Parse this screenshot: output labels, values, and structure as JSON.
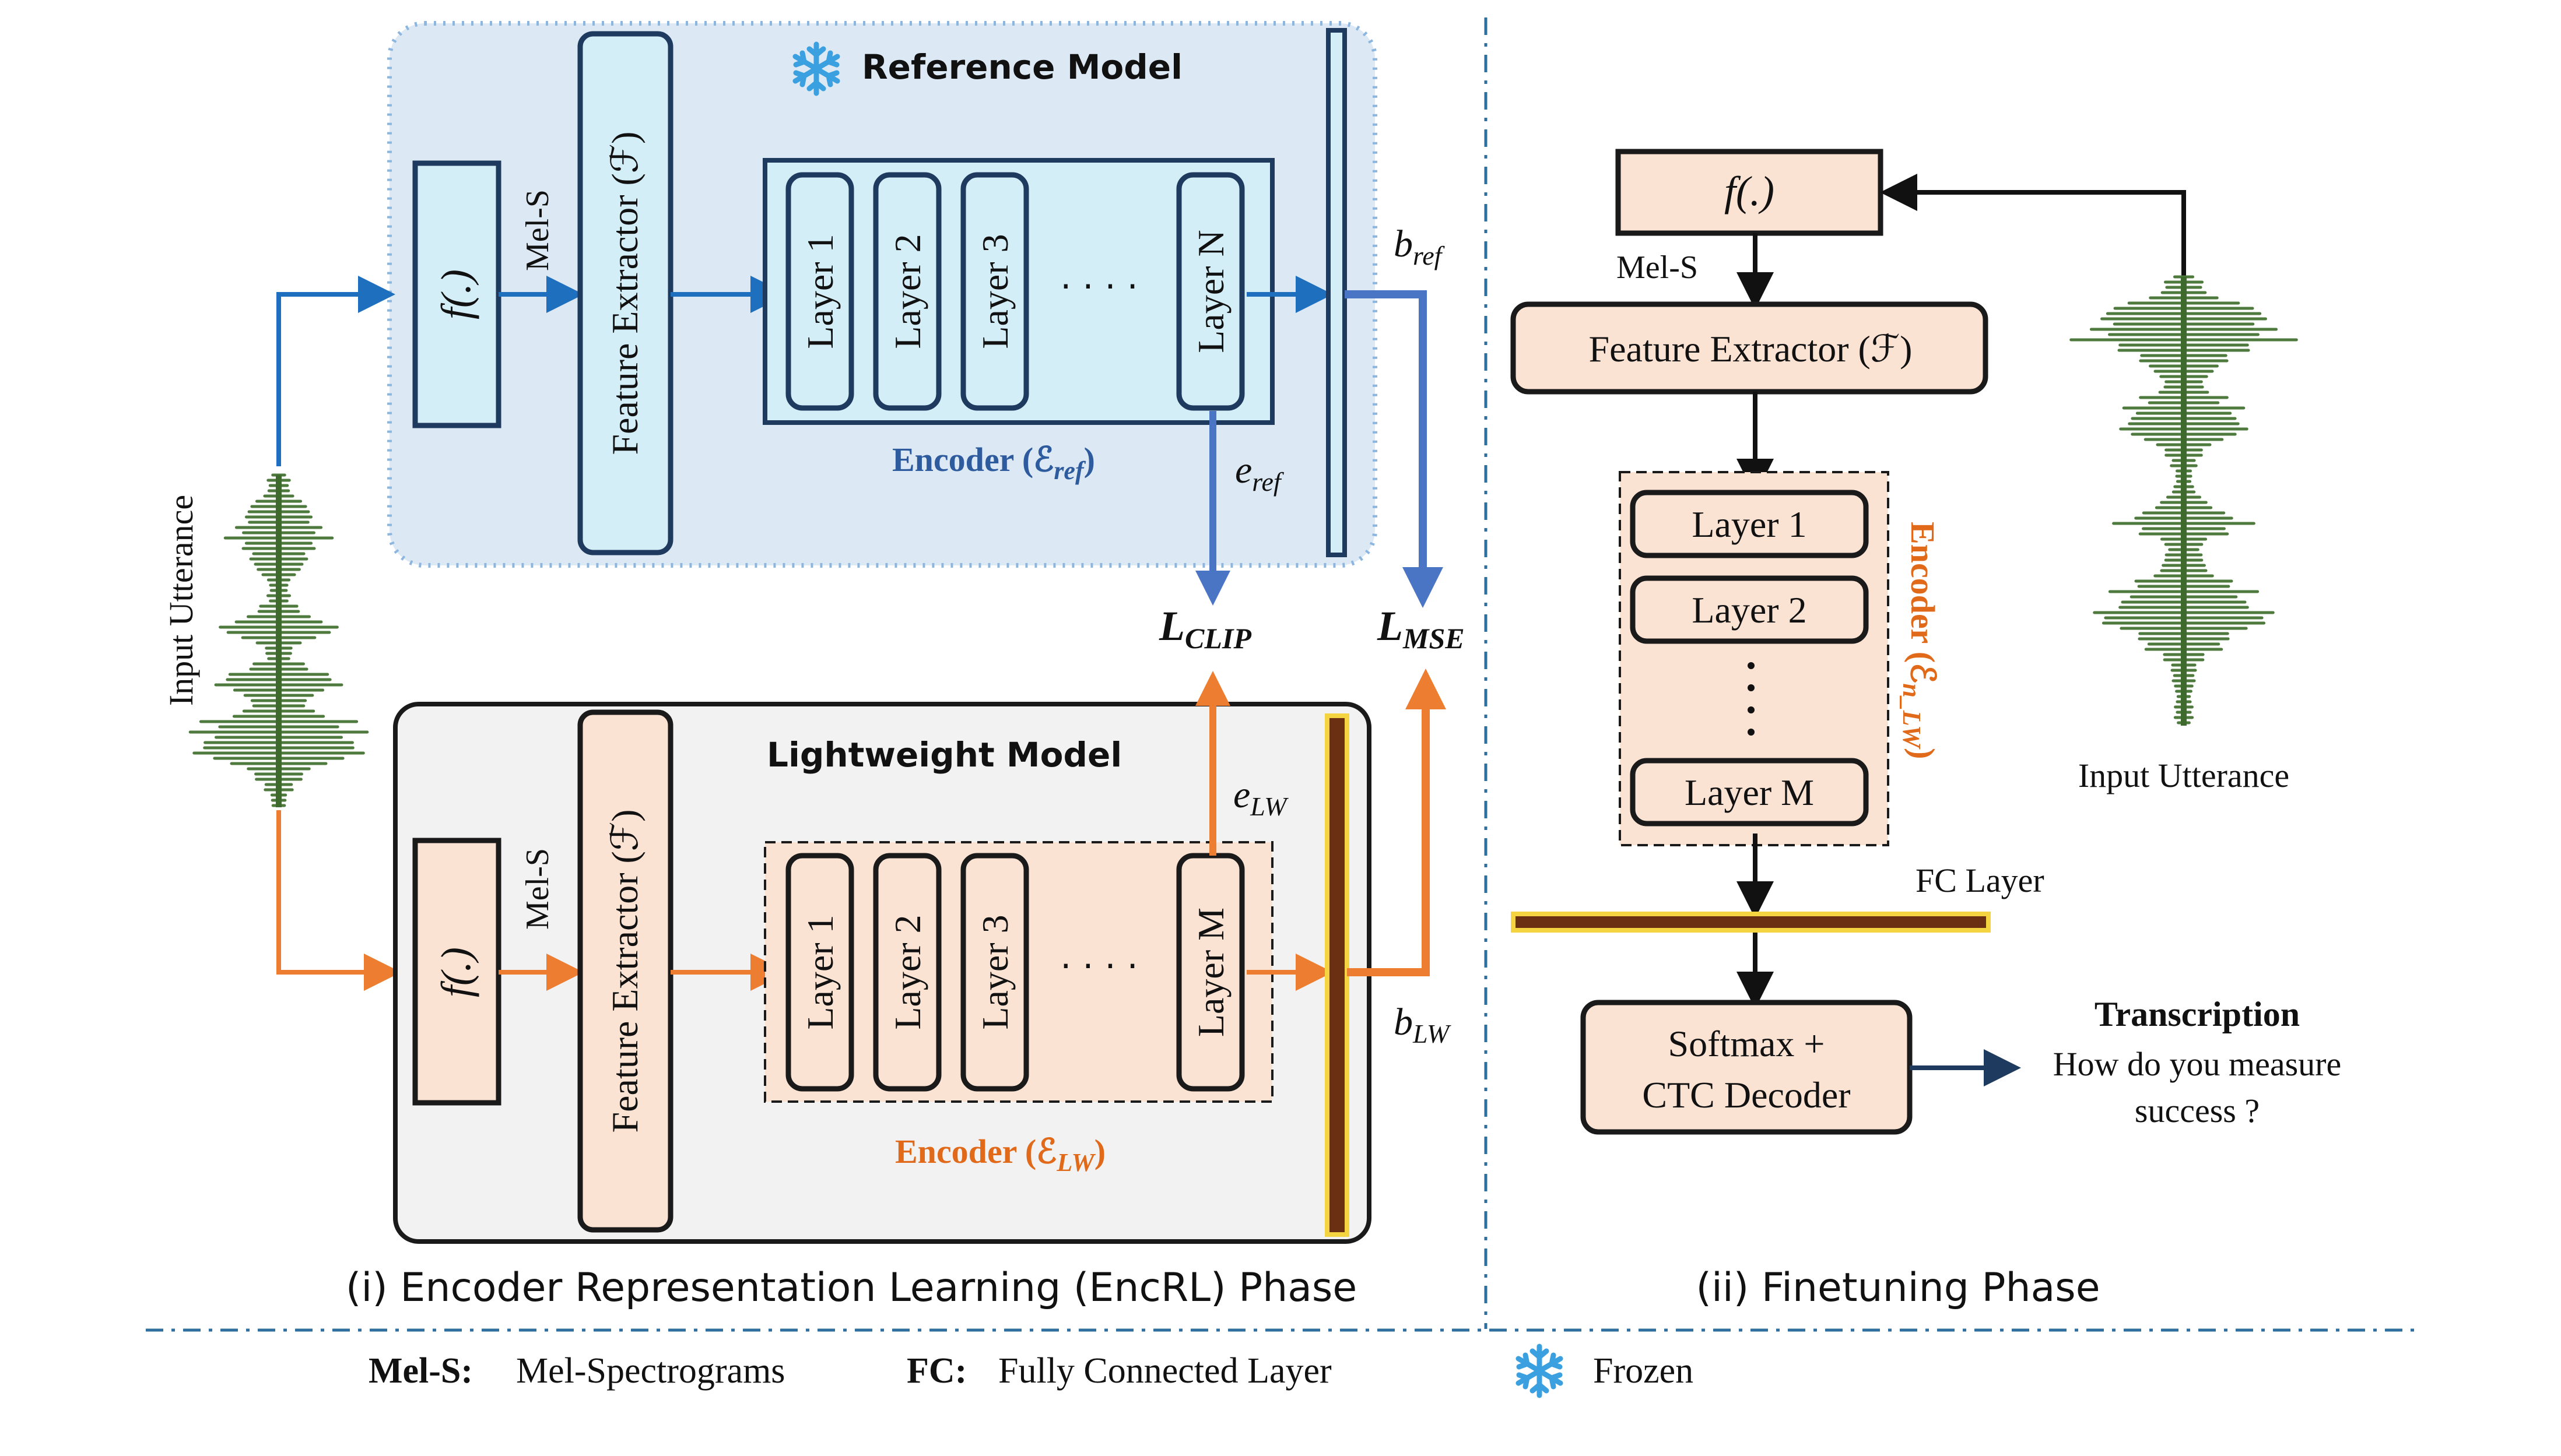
{
  "colors": {
    "ref_bg": "#dce9f5",
    "ref_border": "#8db6df",
    "light_blue_box": "#d4eef8",
    "dark_navy": "#1f3a5f",
    "blue_arrow": "#1f6fbf",
    "bar_blue": "#4a74c4",
    "orange": "#ed7d31",
    "orange_text": "#e06a1a",
    "peach_box": "#fbe3d4",
    "gray_bg": "#f2f2f2",
    "brown_bar": "#6b2f12",
    "yellow_outline": "#f5d442",
    "waveform": "#4f7a3e",
    "snowflake": "#3ba0e0"
  },
  "reference_model": {
    "title": "Reference Model",
    "f_label": "f(.)",
    "mel_s": "Mel-S",
    "feature_extractor": "Feature Extractor (ℱ)",
    "layers": [
      "Layer 1",
      "Layer 2",
      "Layer 3",
      "Layer N"
    ],
    "dots": "· · · ·",
    "encoder_label": "Encoder (ℰ",
    "encoder_sub": "ref",
    "e_label": "e",
    "e_sub": "ref",
    "b_label": "b",
    "b_sub": "ref"
  },
  "lightweight_model": {
    "title": "Lightweight Model",
    "f_label": "f(.)",
    "mel_s": "Mel-S",
    "feature_extractor": "Feature Extractor (ℱ)",
    "layers": [
      "Layer 1",
      "Layer 2",
      "Layer 3",
      "Layer M"
    ],
    "dots": "· · · ·",
    "encoder_label": "Encoder (ℰ",
    "encoder_sub": "LW",
    "e_label": "e",
    "e_sub": "LW",
    "b_label": "b",
    "b_sub": "LW"
  },
  "losses": {
    "clip_main": "L",
    "clip_sub": "CLIP",
    "mse_main": "L",
    "mse_sub": "MSE"
  },
  "input_left": "Input Utterance",
  "phase1_title": "(i) Encoder Representation Learning (EncRL) Phase",
  "finetune": {
    "f_label": "f(.)",
    "mel_s": "Mel-S",
    "feature_extractor": "Feature Extractor (ℱ)",
    "layers": [
      "Layer 1",
      "Layer 2",
      "Layer M"
    ],
    "encoder_label": "Encoder (ℰ",
    "encoder_sub": "n_LW",
    "fc_layer": "FC Layer",
    "decoder_line1": "Softmax +",
    "decoder_line2": "CTC Decoder",
    "transcription_title": "Transcription",
    "transcription_line1": "How do you measure",
    "transcription_line2": "success ?",
    "input_right": "Input Utterance"
  },
  "phase2_title": "(ii) Finetuning Phase",
  "legend": {
    "mels_key": "Mel-S:",
    "mels_val": "Mel-Spectrograms",
    "fc_key": "FC:",
    "fc_val": "Fully Connected Layer",
    "frozen": "Frozen"
  }
}
